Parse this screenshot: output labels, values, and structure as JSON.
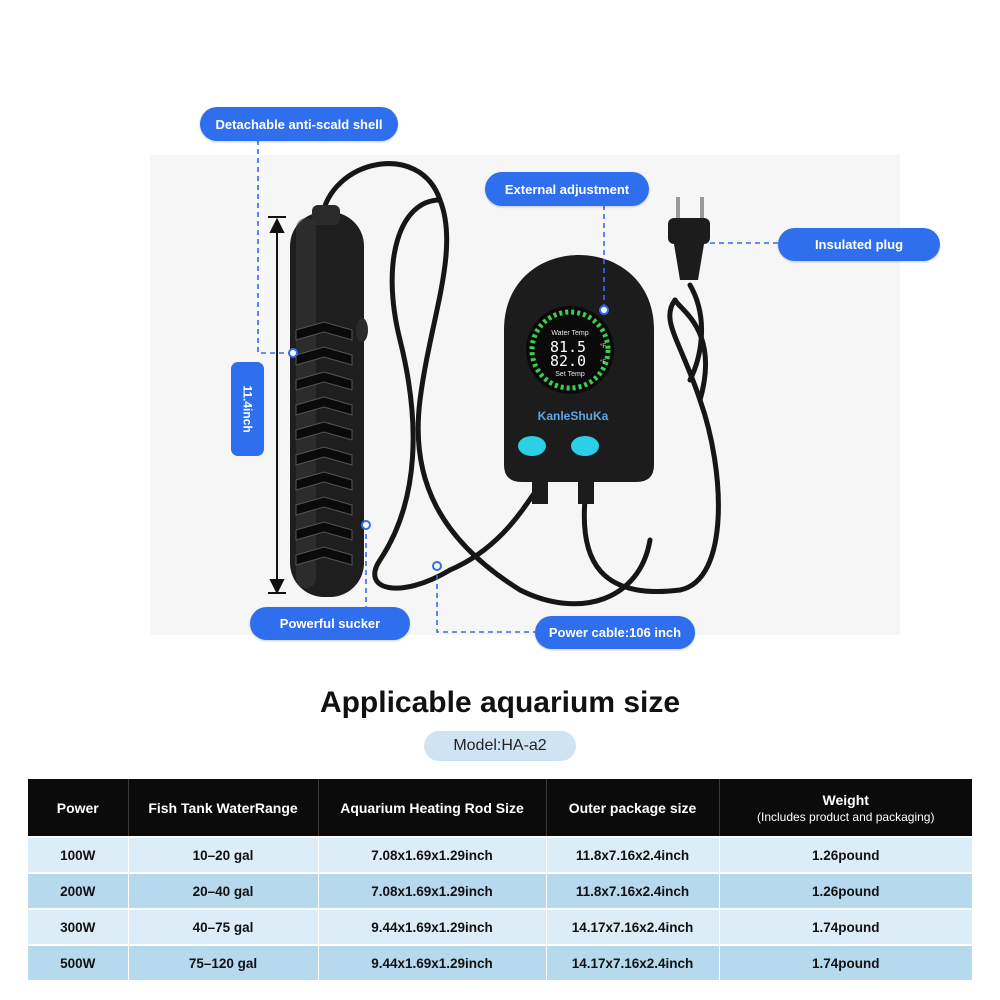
{
  "callouts": {
    "shell": "Detachable anti-scald shell",
    "external": "External adjustment",
    "plug": "Insulated plug",
    "sucker": "Powerful sucker",
    "cable": "Power cable:106 inch",
    "length": "11.4inch"
  },
  "controller": {
    "water_temp_label": "Water Temp",
    "water_temp_value": "81.5",
    "set_temp_value": "82.0",
    "set_temp_label": "Set Temp",
    "unit": "°F",
    "brand": "KanleShuKa"
  },
  "section_title": "Applicable aquarium size",
  "model": "Model:HA-a2",
  "table": {
    "headers": [
      "Power",
      "Fish Tank WaterRange",
      "Aquarium Heating Rod Size",
      "Outer package size",
      "Weight"
    ],
    "weight_sub": "(Includes product and packaging)",
    "rows": [
      [
        "100W",
        "10–20 gal",
        "7.08x1.69x1.29inch",
        "11.8x7.16x2.4inch",
        "1.26pound"
      ],
      [
        "200W",
        "20–40 gal",
        "7.08x1.69x1.29inch",
        "11.8x7.16x2.4inch",
        "1.26pound"
      ],
      [
        "300W",
        "40–75 gal",
        "9.44x1.69x1.29inch",
        "14.17x7.16x2.4inch",
        "1.74pound"
      ],
      [
        "500W",
        "75–120 gal",
        "9.44x1.69x1.29inch",
        "14.17x7.16x2.4inch",
        "1.74pound"
      ]
    ]
  },
  "colors": {
    "accent": "#2f6fee",
    "header_bg": "#0b0b0b",
    "row_light": "#dcedf8",
    "row_dark": "#b7d9ee",
    "model_pill": "#cfe4f2"
  }
}
